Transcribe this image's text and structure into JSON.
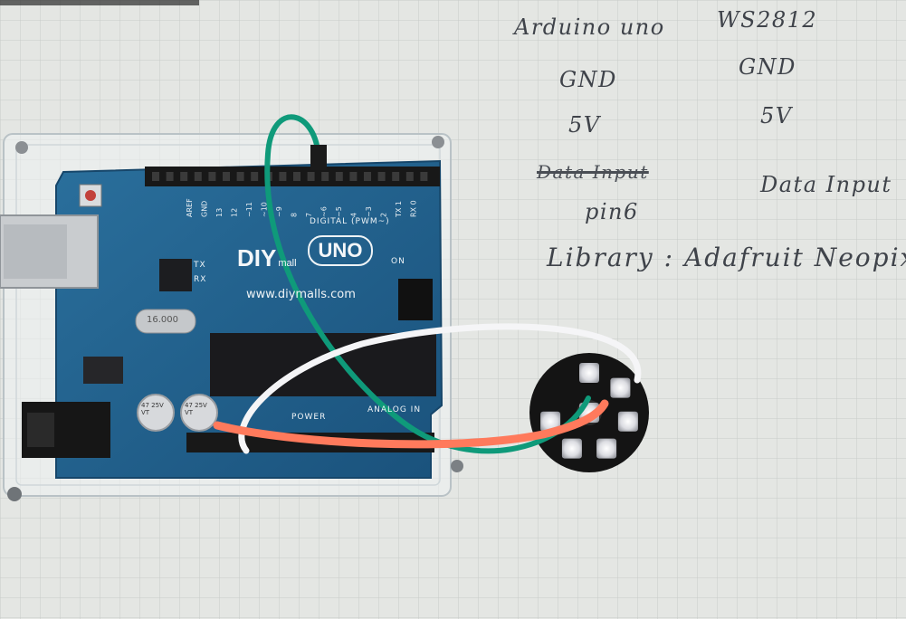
{
  "notes": {
    "col1_header": "Arduino uno",
    "col2_header": "WS2812",
    "gnd_left": "GND",
    "gnd_right": "GND",
    "v5_left": "5V",
    "v5_right": "5V",
    "crossed_out": "Data Input",
    "pin_label": "pin6",
    "data_input": "Data Input",
    "library": "Library : Adafruit Neopixel"
  },
  "board": {
    "brand": "DIY",
    "brand_suffix": "mall",
    "model": "UNO",
    "url": "www.diymalls.com",
    "digital_label": "DIGITAL (PWM~)",
    "power_label": "POWER",
    "analog_label": "ANALOG IN",
    "tx": "TX",
    "rx": "RX",
    "on": "ON",
    "cap_label": "47 25V VT",
    "crystal_label": "16.000",
    "pin_labels": [
      "AREF",
      "GND",
      "13",
      "12",
      "~11",
      "~10",
      "~9",
      "8",
      "7",
      "~6",
      "~5",
      "4",
      "~3",
      "2",
      "TX 1",
      "RX 0"
    ]
  },
  "colors": {
    "paper": "#e3e5e2",
    "grid": "#c6cac9",
    "pcb": "#1f5f8c",
    "header": "#1b1b1b",
    "wire_green": "#0f9a7a",
    "wire_white": "#f4f4f6",
    "wire_orange": "#ff7a5c",
    "ring": "#151515",
    "led": "#f0f0f2"
  }
}
